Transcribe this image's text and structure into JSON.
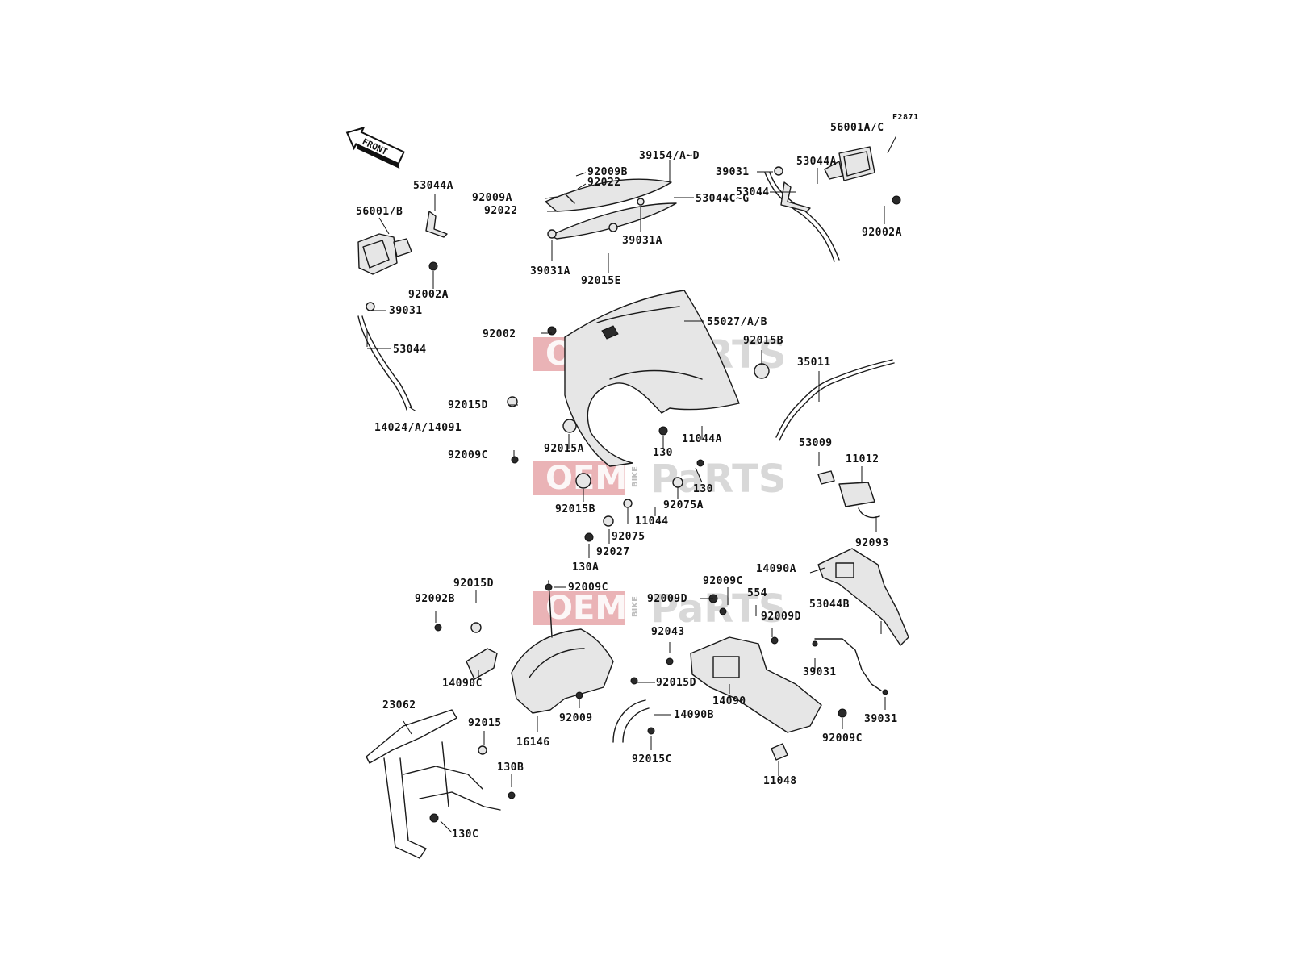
{
  "figure_code": "F2871",
  "front_arrow_text": "FRONT",
  "watermark": {
    "brand_left": "OEM",
    "brand_mid": "BIKE",
    "brand_right": "PaRTS"
  },
  "labels": [
    "56001A/C",
    "39154/A~D",
    "92009B",
    "92022",
    "92009A",
    "92022",
    "53044C~G",
    "39031A",
    "39031A",
    "92015E",
    "39031",
    "53044A",
    "53044",
    "92002A",
    "53044A",
    "56001/B",
    "92002A",
    "39031",
    "53044",
    "14024/A/14091",
    "92002",
    "55027/A/B",
    "92015B",
    "92015D",
    "92015A",
    "92009C",
    "130",
    "11044A",
    "35011",
    "53009",
    "11012",
    "92015B",
    "130",
    "92075A",
    "11044",
    "92075",
    "92093",
    "92027",
    "130A",
    "14090A",
    "92015D",
    "92009C",
    "92009C",
    "92002B",
    "92009D",
    "554",
    "92009D",
    "53044B",
    "92043",
    "14090C",
    "92015D",
    "39031",
    "14090",
    "23062",
    "92015",
    "92009",
    "16146",
    "14090B",
    "39031",
    "92009C",
    "92015C",
    "130B",
    "11048",
    "130C"
  ]
}
